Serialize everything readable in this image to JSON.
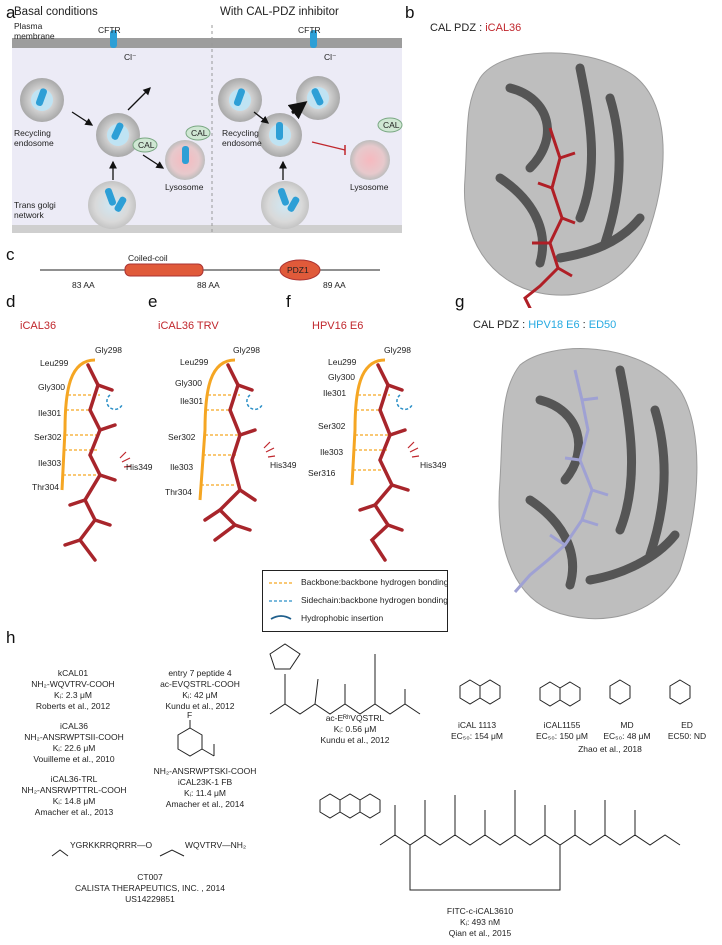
{
  "panels": {
    "a": "a",
    "b": "b",
    "c": "c",
    "d": "d",
    "e": "e",
    "f": "f",
    "g": "g",
    "h": "h"
  },
  "a": {
    "left_title": "Basal conditions",
    "right_title": "With CAL-PDZ inhibitor",
    "plasma_membrane": "Plasma\nmembrane",
    "cftr": "CFTR",
    "cl": "Cl⁻",
    "recycling_endosome": "Recycling\nendosome",
    "cal": "CAL",
    "lysosome": "Lysosome",
    "trans_golgi": "Trans golgi\nnetwork"
  },
  "b": {
    "prefix": "CAL PDZ : ",
    "ligand": "iCAL36"
  },
  "c": {
    "coiled_coil": "Coiled-coil",
    "pdz": "PDZ1",
    "seg1": "83 AA",
    "seg2": "88 AA",
    "seg3": "89 AA"
  },
  "d": {
    "title": "iCAL36",
    "residues": [
      "Gly298",
      "Leu299",
      "Gly300",
      "Ile301",
      "Ser302",
      "Ile303",
      "Thr304",
      "His349"
    ]
  },
  "e": {
    "title": "iCAL36 TRV",
    "residues": [
      "Gly298",
      "Leu299",
      "Gly300",
      "Ile301",
      "Ser302",
      "Ile303",
      "Thr304",
      "His349"
    ]
  },
  "f": {
    "title": "HPV16 E6",
    "residues": [
      "Gly298",
      "Leu299",
      "Gly300",
      "Ile301",
      "Ser302",
      "Ile303",
      "Ser316",
      "His349"
    ]
  },
  "legend": {
    "backbone": "Backbone:backbone hydrogen bonding",
    "sidechain": "Sidechain:backbone hydrogen bonding",
    "hydrophobic": "Hydrophobic insertion"
  },
  "g": {
    "prefix": "CAL PDZ : ",
    "lig1": "HPV18 E6",
    "sep": " : ",
    "lig2": "ED50"
  },
  "h": {
    "entries": [
      {
        "lines": [
          "kCAL01",
          "NH₂-WQVTRV-COOH",
          "Kᵢ: 2.3 μM",
          "Roberts et al., 2012"
        ]
      },
      {
        "lines": [
          "iCAL36",
          "NH₂-ANSRWPTSII-COOH",
          "Kᵢ: 22.6 μM",
          "Vouilleme et al., 2010"
        ]
      },
      {
        "lines": [
          "iCAL36-TRL",
          "NH₂-ANSRWPTTRL-COOH",
          "Kᵢ: 14.8 μM",
          "Amacher et al., 2013"
        ]
      },
      {
        "lines": [
          "entry 7 peptide 4",
          "ac-EVQSTRL-COOH",
          "Kᵢ: 42 μM",
          "Kundu et al., 2012"
        ]
      },
      {
        "lines": [
          "NH₂-ANSRWPTSKI-COOH",
          "iCAL23K-1 FB",
          "Kᵢ: 11.4 μM",
          "Amacher et al., 2014"
        ]
      },
      {
        "lines": [
          "ac-EᴿʰVQSTRL",
          "Kᵢ: 0.56 μM",
          "Kundu et al., 2012"
        ]
      },
      {
        "lines": [
          "iCAL 1113",
          "EC₅₀: 154 μM"
        ]
      },
      {
        "lines": [
          "iCAL1155",
          "EC₅₀: 150 μM"
        ]
      },
      {
        "lines": [
          "MD",
          "EC₅₀: 48 μM"
        ]
      },
      {
        "lines": [
          "ED",
          "EC50: ND"
        ]
      },
      {
        "lines": [
          "Zhao et al., 2018"
        ]
      },
      {
        "lines": [
          "CT007",
          "CALISTA THERAPEUTICS, INC. , 2014",
          "US14229851"
        ]
      },
      {
        "lines": [
          "FITC-c-iCAL3610",
          "Kᵢ: 493 nM",
          "Qian et al., 2015"
        ]
      }
    ],
    "ct007_struct": "YGRKKRRQRRR—O",
    "ct007_struct2": "WQVTRV—NH₂",
    "f_label": "F"
  },
  "colors": {
    "red": "#c0272d",
    "blue": "#27aae1",
    "orange": "#f5a623",
    "protein": "#6f6f6f",
    "peptide_red": "#a8252b",
    "peptide_lav": "#a7a9d6"
  }
}
